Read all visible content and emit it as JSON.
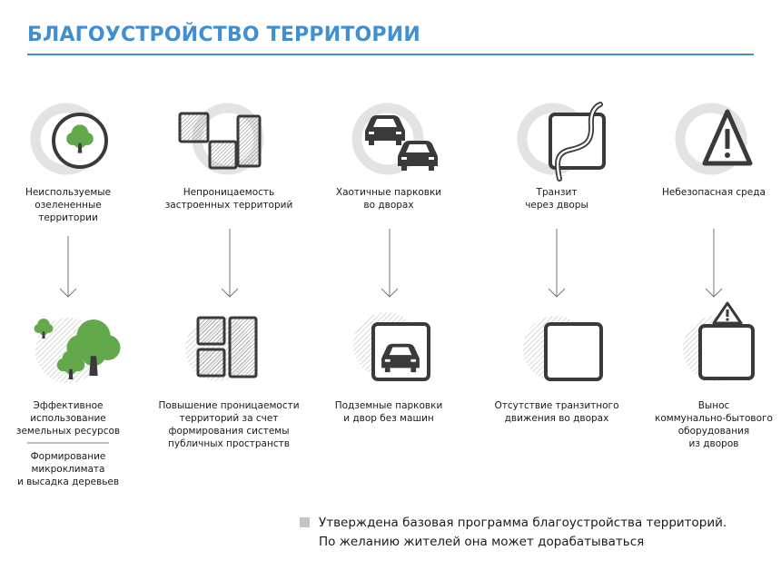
{
  "title": "БЛАГОУСТРОЙСТВО ТЕРРИТОРИИ",
  "columns": [
    {
      "top_icon": "tree-in-circle-icon",
      "top_label": [
        "Неиспользуемые",
        "озелененные",
        "территории"
      ],
      "bottom_icon": "trees-icon",
      "bottom_label": [
        "Эффективное",
        "использование",
        "земельных ресурсов"
      ],
      "bottom_label_extra": [
        "Формирование",
        "микроклимата",
        "и высадка деревьев"
      ]
    },
    {
      "top_icon": "buildings-icon",
      "top_label": [
        "Непроницаемость",
        "застроенных территорий"
      ],
      "bottom_icon": "permeable-buildings-icon",
      "bottom_label": [
        "Повышение проницаемости",
        "территорий за счет",
        "формирования системы",
        "публичных пространств"
      ]
    },
    {
      "top_icon": "parked-cars-icon",
      "top_label": [
        "Хаотичные парковки",
        "во дворах"
      ],
      "bottom_icon": "underground-parking-icon",
      "bottom_label": [
        "Подземные парковки",
        "и двор без машин"
      ]
    },
    {
      "top_icon": "transit-route-icon",
      "top_label": [
        "Транзит",
        "через дворы"
      ],
      "bottom_icon": "empty-yard-icon",
      "bottom_label": [
        "Отсутствие транзитного",
        "движения во дворах"
      ]
    },
    {
      "top_icon": "warning-icon",
      "top_label": [
        "Небезопасная среда"
      ],
      "bottom_icon": "removed-equipment-icon",
      "bottom_label": [
        "Вынос",
        "коммунально-бытового",
        "оборудования",
        "из дворов"
      ]
    }
  ],
  "footnote": [
    "Утверждена базовая программа благоустройства территорий.",
    "По желанию жителей она может дорабатываться"
  ],
  "colors": {
    "accent": "#3f8fd2",
    "icon": "#3a3a3a",
    "halo": "#e3e3e3",
    "tree": "#63a84a"
  }
}
